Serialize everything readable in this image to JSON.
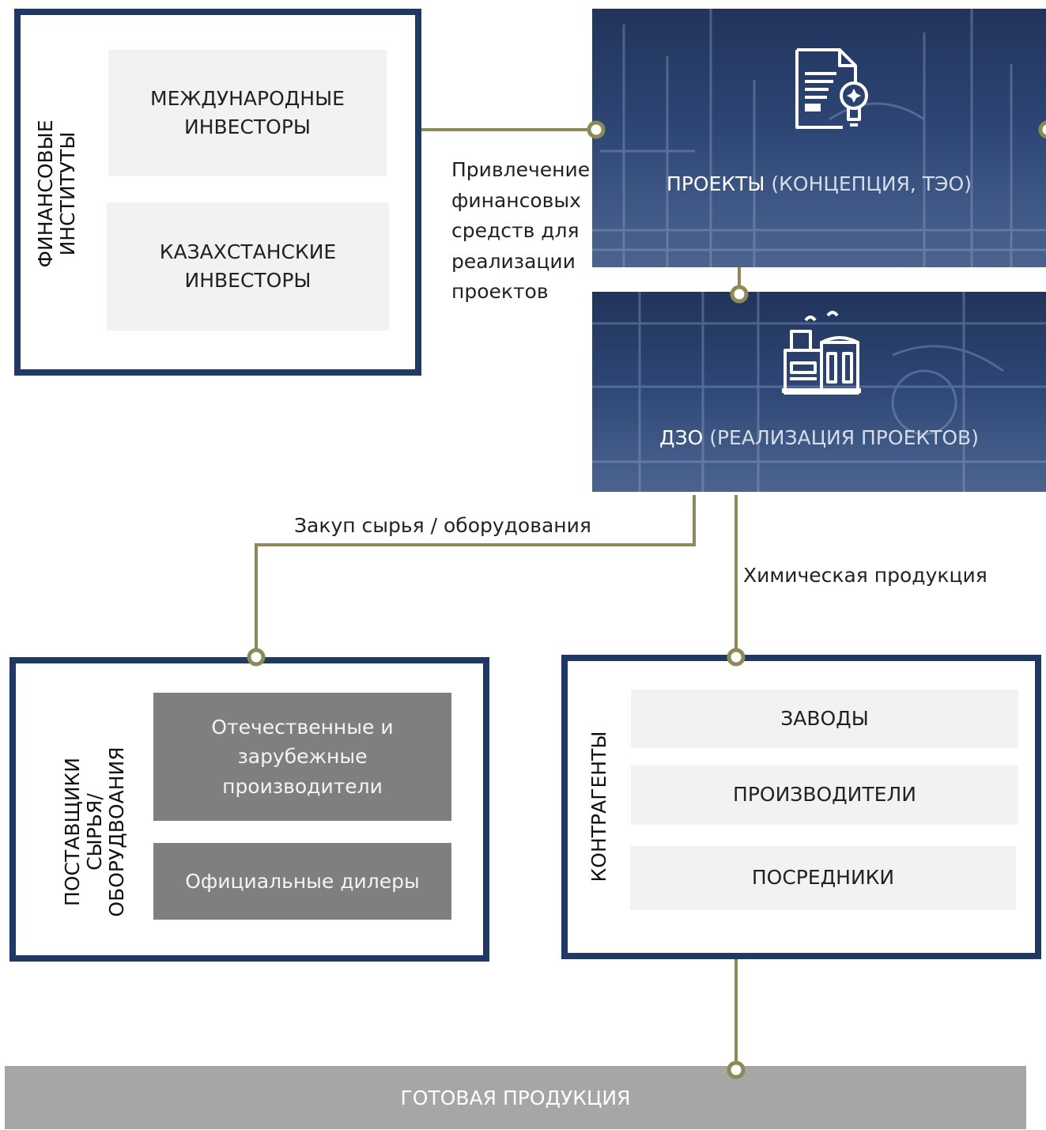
{
  "colors": {
    "frame": "#1f3864",
    "connector": "#8c8a56",
    "light_box": "#f2f2f2",
    "dark_box": "#7f7f7f",
    "bar": "#a6a6a6"
  },
  "financial": {
    "title": "ФИНАНСОВЫЕ ИНСТИТУТЫ",
    "boxes": [
      "МЕЖДУНАРОДНЫЕ\nИНВЕСТОРЫ",
      "КАЗАХСТАНСКИЕ\nИНВЕСТОРЫ"
    ]
  },
  "captions": {
    "financing": "Привлечение\nфинансовых\nсредств для\nреализации\nпроектов",
    "procurement": "Закуп  сырья / оборудования",
    "chemical": "Химическая продукция"
  },
  "projects": {
    "title": "ПРОЕКТЫ",
    "subtitle": " (КОНЦЕПЦИЯ, ТЭО)",
    "icon": "document-lightbulb-icon"
  },
  "dzo": {
    "title": "ДЗО",
    "subtitle": " (РЕАЛИЗАЦИЯ ПРОЕКТОВ)",
    "icon": "factory-icon"
  },
  "suppliers": {
    "title": "ПОСТАВЩИКИ\nСЫРЬЯ/\nОБОРУДВОАНИЯ",
    "boxes": [
      "Отечественные и\nзарубежные\nпроизводители",
      "Официальные  дилеры"
    ]
  },
  "counterparties": {
    "title": "КОНТРАГЕНТЫ",
    "boxes": [
      "ЗАВОДЫ",
      "ПРОИЗВОДИТЕЛИ",
      "ПОСРЕДНИКИ"
    ]
  },
  "output": {
    "label": "ГОТОВАЯ ПРОДУКЦИЯ"
  }
}
